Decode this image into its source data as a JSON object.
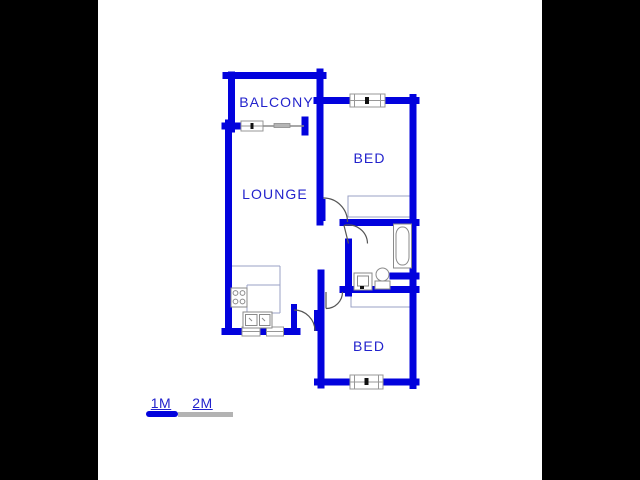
{
  "floorplan": {
    "rooms": {
      "balcony": "BALCONY",
      "lounge": "LOUNGE",
      "bed_top": "BED",
      "bed_bottom": "BED"
    },
    "scale_bar": {
      "label_1m": "1M",
      "label_2m": "2M"
    },
    "icons": [
      "bathtub-icon",
      "toilet-icon",
      "basin-icon",
      "stove-icon",
      "kitchen-sink-icon",
      "window-symbol",
      "door-swing-arc",
      "wardrobe-symbol"
    ]
  },
  "colors": {
    "wall_blue": "#0202dd",
    "label_blue": "#2222cc",
    "window_frame_gray": "#979797",
    "fixture_gray": "#8a8a8a",
    "fixture_blue_gray": "#9aa0c4",
    "door_arc_gray": "#555555",
    "scale_gray": "#b3b3b3",
    "background": "#ffffff",
    "letterbox": "#000000"
  }
}
